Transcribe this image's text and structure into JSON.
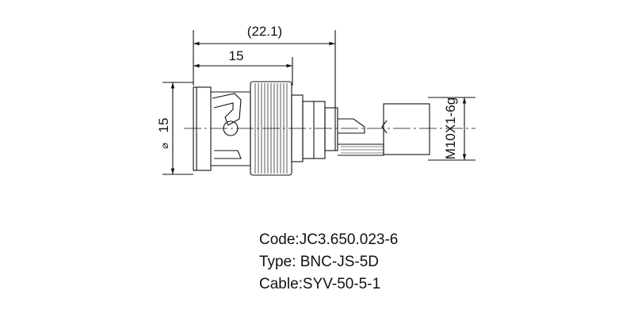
{
  "drawing": {
    "dimensions": {
      "overall_length": "(22.1)",
      "body_length": "15",
      "diameter": "15",
      "diameter_symbol": "⌀",
      "thread": "M10X1-6g"
    }
  },
  "specs": {
    "code": "Code:JC3.650.023-6",
    "type": "Type: BNC-JS-5D",
    "cable": "Cable:SYV-50-5-1"
  }
}
